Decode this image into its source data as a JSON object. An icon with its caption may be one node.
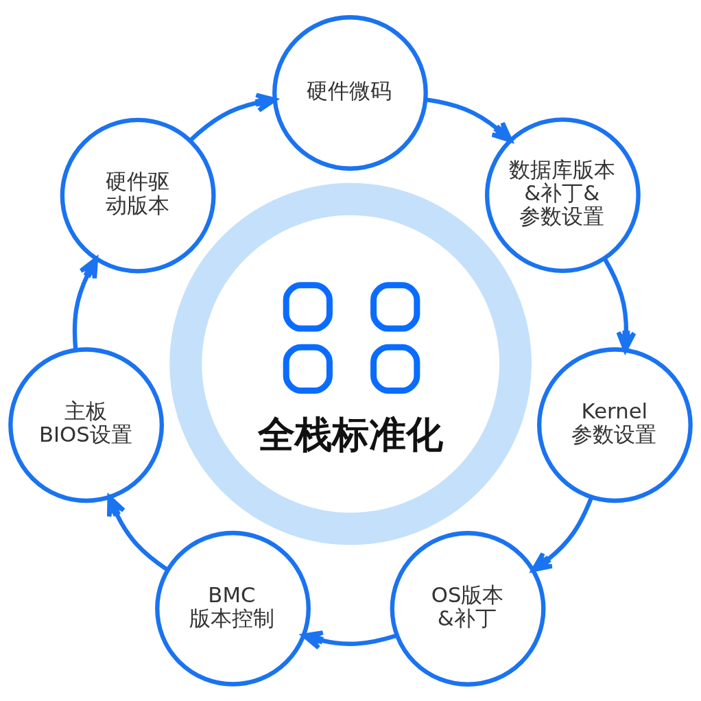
{
  "diagram": {
    "nodes": [
      {
        "text": [
          "硬件微码"
        ]
      },
      {
        "text": [
          "硬件驱动版本"
        ]
      },
      {
        "text": [
          "数据库版本&补丁&参数设置"
        ]
      },
      {
        "text": [
          "全栈标准化"
        ]
      },
      {
        "text": [
          "主板BIOS设置"
        ]
      },
      {
        "text": [
          "Kernel参数设置"
        ]
      },
      {
        "text": [
          "BMC版本控制"
        ]
      },
      {
        "text": [
          "OS版本&补丁"
        ]
      }
    ],
    "edges": [
      {
        "from": 0,
        "to": 2,
        "arrow": "to"
      },
      {
        "from": 2,
        "to": 5,
        "arrow": "to"
      },
      {
        "from": 5,
        "to": 7,
        "arrow": "to"
      },
      {
        "from": 7,
        "to": 6,
        "arrow": "to"
      },
      {
        "from": 6,
        "to": 4,
        "arrow": "to"
      },
      {
        "from": 4,
        "to": 1,
        "arrow": "to"
      },
      {
        "from": 1,
        "to": 0,
        "arrow": "to"
      }
    ]
  }
}
